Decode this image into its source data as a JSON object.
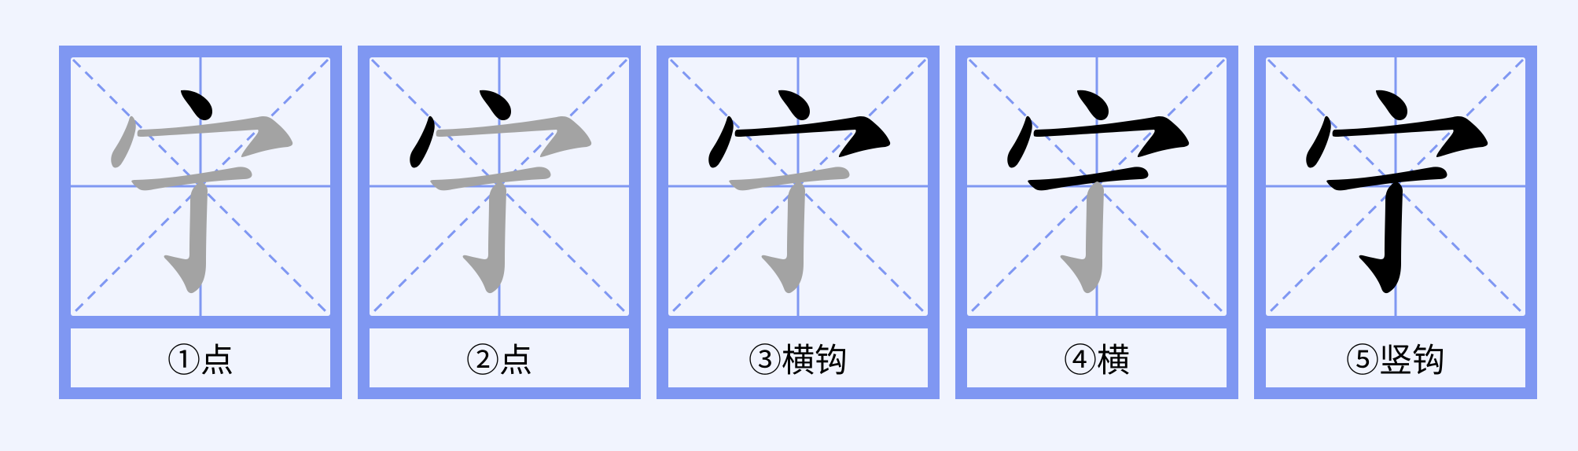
{
  "character": "宇",
  "colors": {
    "background": "#f1f4fe",
    "frame": "#7f97f2",
    "guide_line": "#7f97f2",
    "stroke_active": "#000000",
    "stroke_inactive": "#a3a3a3"
  },
  "cards": [
    {
      "index": 1,
      "label": "①点",
      "stroke_name": "点",
      "completed_strokes": 1
    },
    {
      "index": 2,
      "label": "②点",
      "stroke_name": "点",
      "completed_strokes": 2
    },
    {
      "index": 3,
      "label": "③横钩",
      "stroke_name": "横钩",
      "completed_strokes": 3
    },
    {
      "index": 4,
      "label": "④横",
      "stroke_name": "横",
      "completed_strokes": 4
    },
    {
      "index": 5,
      "label": "⑤竖钩",
      "stroke_name": "竖钩",
      "completed_strokes": 5
    }
  ]
}
